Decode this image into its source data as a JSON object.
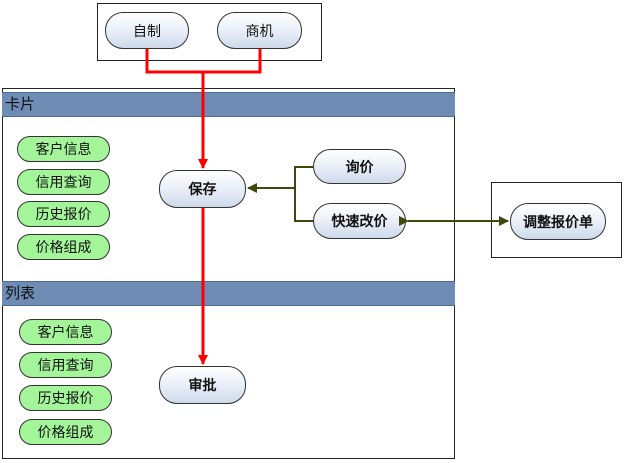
{
  "colors": {
    "accent_red": "#ff0000",
    "connector_olive": "#3a4a0c",
    "band_blue": "#6f8cb5",
    "pill_green": "#a4f59a"
  },
  "top_group": {
    "self_made": "自制",
    "merchandise": "商机"
  },
  "card_section": {
    "title": "卡片",
    "items": [
      "客户信息",
      "信用查询",
      "历史报价",
      "价格组成"
    ]
  },
  "list_section": {
    "title": "列表",
    "items": [
      "客户信息",
      "信用查询",
      "历史报价",
      "价格组成"
    ]
  },
  "flow": {
    "save": "保存",
    "inquiry": "询价",
    "quick_price_change": "快速改价",
    "approve": "审批"
  },
  "side_box": {
    "adjust_quote": "调整报价单"
  }
}
